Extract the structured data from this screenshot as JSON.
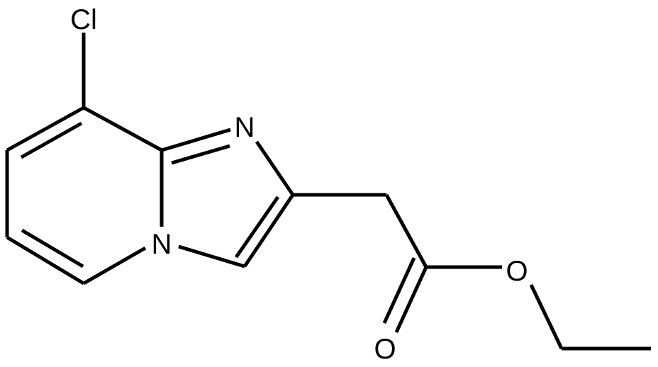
{
  "molecule": {
    "atoms": {
      "chlorine": "Cl",
      "imidazole_nitrogen": "N",
      "bridgehead_nitrogen": "N",
      "carbonyl_oxygen": "O",
      "ester_oxygen": "O"
    }
  },
  "colors": {
    "bond": "#000000",
    "label": "#000000",
    "background": "#ffffff"
  }
}
